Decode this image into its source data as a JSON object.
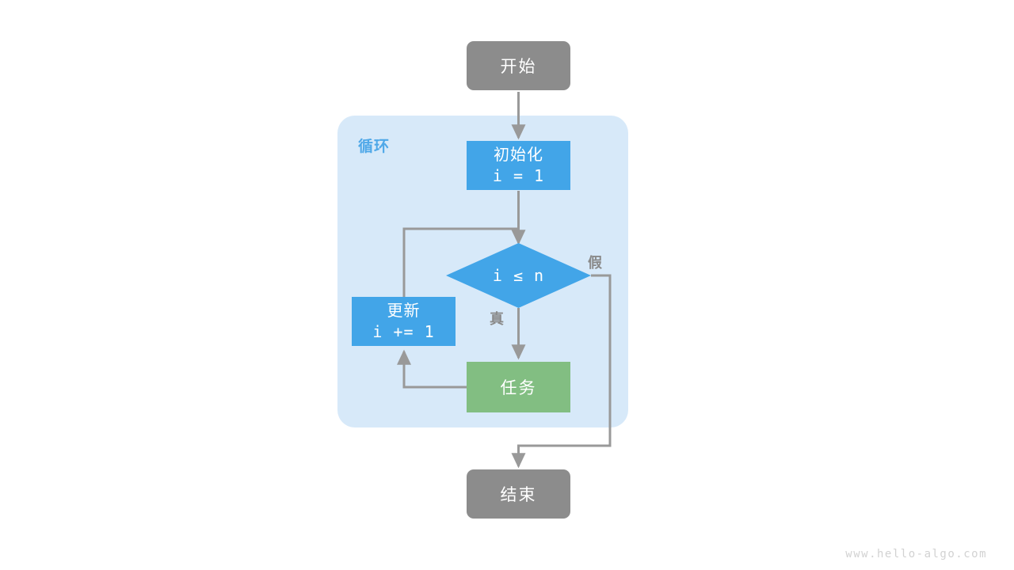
{
  "diagram": {
    "type": "flowchart",
    "title": "",
    "group": {
      "label": "循环",
      "label_color": "#4FA8E8",
      "fill": "#d7e9f9"
    },
    "colors": {
      "terminal": "#8c8c8c",
      "process": "#42a5e8",
      "decision": "#42a5e8",
      "task": "#82be82",
      "edge": "#999999",
      "group_fill": "#d7e9f9",
      "node_text": "#ffffff",
      "label_text": "#8a8a8a",
      "watermark": "#d2d2d2",
      "background": "#ffffff"
    },
    "nodes": [
      {
        "id": "start",
        "shape": "rounded-rect",
        "lines": [
          "开始"
        ],
        "kind": "terminal"
      },
      {
        "id": "init",
        "shape": "rect",
        "lines": [
          "初始化",
          "i = 1"
        ],
        "kind": "process"
      },
      {
        "id": "cond",
        "shape": "diamond",
        "lines": [
          "i ≤ n"
        ],
        "kind": "decision"
      },
      {
        "id": "update",
        "shape": "rect",
        "lines": [
          "更新",
          "i += 1"
        ],
        "kind": "process"
      },
      {
        "id": "task",
        "shape": "rect",
        "lines": [
          "任务"
        ],
        "kind": "task"
      },
      {
        "id": "end",
        "shape": "rounded-rect",
        "lines": [
          "结束"
        ],
        "kind": "terminal"
      }
    ],
    "edges": [
      {
        "from": "start",
        "to": "init",
        "label": ""
      },
      {
        "from": "init",
        "to": "cond",
        "label": ""
      },
      {
        "from": "cond",
        "to": "task",
        "label": "真"
      },
      {
        "from": "cond",
        "to": "end",
        "label": "假"
      },
      {
        "from": "task",
        "to": "update",
        "label": ""
      },
      {
        "from": "update",
        "to": "cond",
        "label": ""
      }
    ],
    "edge_labels": {
      "true": "真",
      "false": "假"
    }
  },
  "watermark": {
    "text": "www.hello-algo.com"
  }
}
